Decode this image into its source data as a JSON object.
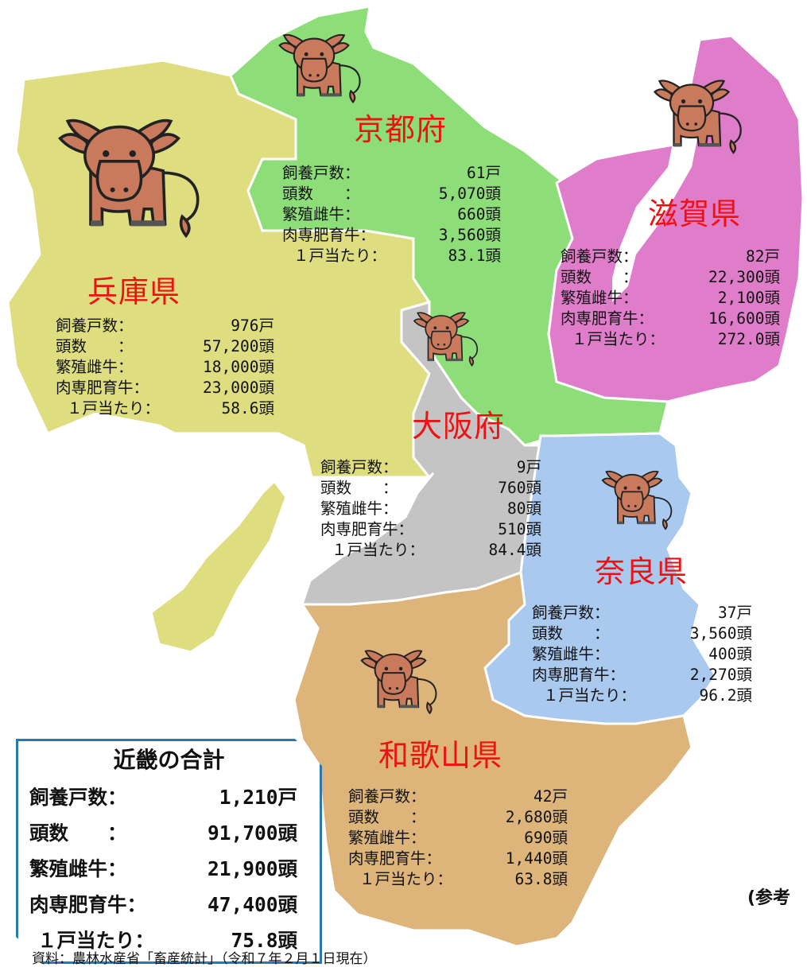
{
  "colors": {
    "hyogo": "#dedd7f",
    "kyoto": "#8dde79",
    "shiga": "#e07dca",
    "osaka": "#c4c4c4",
    "nara": "#a9c9ef",
    "wakayama": "#ddb57a",
    "title": "#ee1111",
    "cow": "#c97a5c",
    "total_border": "#2a7ab0"
  },
  "icons": [
    "cow-icon"
  ],
  "prefectures": {
    "kyoto": {
      "name": "京都府",
      "households_label": "飼養戸数：",
      "households": "61戸",
      "head_label": "頭数　　：",
      "head": "5,070頭",
      "breeding_label": "繁殖雌牛：",
      "breeding": "660頭",
      "fattening_label": "肉専肥育牛：",
      "fattening": "3,560頭",
      "per_label": "１戸当たり：",
      "per": "83.1頭"
    },
    "shiga": {
      "name": "滋賀県",
      "households_label": "飼養戸数：",
      "households": "82戸",
      "head_label": "頭数　　：",
      "head": "22,300頭",
      "breeding_label": "繁殖雌牛：",
      "breeding": "2,100頭",
      "fattening_label": "肉専肥育牛：",
      "fattening": "16,600頭",
      "per_label": "１戸当たり：",
      "per": "272.0頭"
    },
    "hyogo": {
      "name": "兵庫県",
      "households_label": "飼養戸数：",
      "households": "976戸",
      "head_label": "頭数　　：",
      "head": "57,200頭",
      "breeding_label": "繁殖雌牛：",
      "breeding": "18,000頭",
      "fattening_label": "肉専肥育牛：",
      "fattening": "23,000頭",
      "per_label": "１戸当たり：",
      "per": "58.6頭"
    },
    "osaka": {
      "name": "大阪府",
      "households_label": "飼養戸数：",
      "households": "9戸",
      "head_label": "頭数　　：",
      "head": "760頭",
      "breeding_label": "繁殖雌牛：",
      "breeding": "80頭",
      "fattening_label": "肉専肥育牛：",
      "fattening": "510頭",
      "per_label": "１戸当たり：",
      "per": "84.4頭"
    },
    "nara": {
      "name": "奈良県",
      "households_label": "飼養戸数：",
      "households": "37戸",
      "head_label": "頭数　　：",
      "head": "3,560頭",
      "breeding_label": "繁殖雌牛：",
      "breeding": "400頭",
      "fattening_label": "肉専肥育牛：",
      "fattening": "2,270頭",
      "per_label": "１戸当たり：",
      "per": "96.2頭"
    },
    "wakayama": {
      "name": "和歌山県",
      "households_label": "飼養戸数：",
      "households": "42戸",
      "head_label": "頭数　　：",
      "head": "2,680頭",
      "breeding_label": "繁殖雌牛：",
      "breeding": "690頭",
      "fattening_label": "肉専肥育牛：",
      "fattening": "1,440頭",
      "per_label": "１戸当たり：",
      "per": "63.8頭"
    }
  },
  "total": {
    "title": "近畿の合計",
    "households_label": "飼養戸数：",
    "households": "1,210戸",
    "head_label": "頭数　　：",
    "head": "91,700頭",
    "breeding_label": "繁殖雌牛：",
    "breeding": "21,900頭",
    "fattening_label": "肉専肥育牛：",
    "fattening": "47,400頭",
    "per_label": "１戸当たり：",
    "per": "75.8頭"
  },
  "source": "資料：農林水産省「畜産統計」（令和７年２月１日現在）",
  "reference": "(参考"
}
